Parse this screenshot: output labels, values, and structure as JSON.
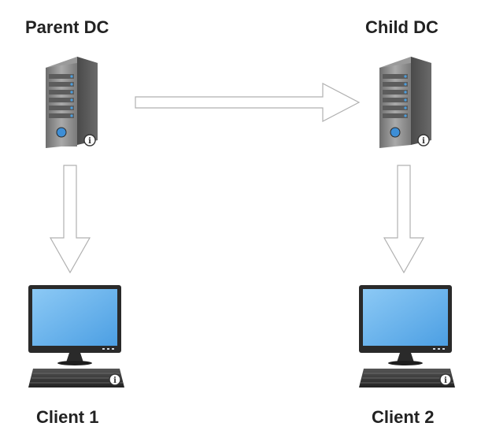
{
  "nodes": {
    "parent_dc": {
      "label": "Parent DC"
    },
    "child_dc": {
      "label": "Child DC"
    },
    "client_1": {
      "label": "Client 1"
    },
    "client_2": {
      "label": "Client 2"
    }
  },
  "icons": {
    "server": "server-tower-icon",
    "workstation": "desktop-computer-icon",
    "info_badge": "info-icon"
  },
  "edges": [
    {
      "from": "parent_dc",
      "to": "child_dc"
    },
    {
      "from": "parent_dc",
      "to": "client_1"
    },
    {
      "from": "child_dc",
      "to": "client_2"
    }
  ],
  "colors": {
    "arrow_stroke": "#b0b0b0",
    "server_body": "#8e8e8e",
    "server_light": "#4a9fe0",
    "screen": "#5fb0ee",
    "monitor_frame": "#2a2a2a"
  }
}
